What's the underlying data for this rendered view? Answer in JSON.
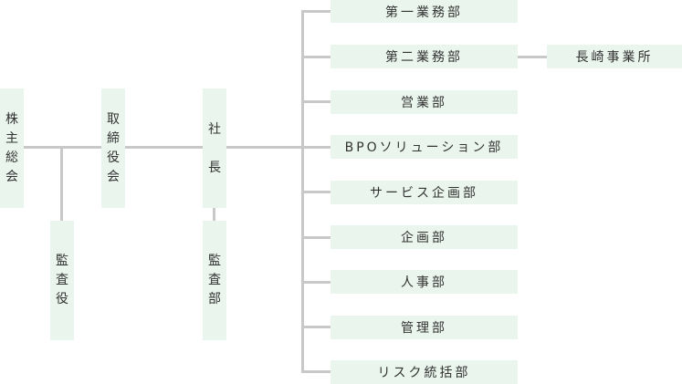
{
  "nodes": {
    "shareholders": "株主総会",
    "board": "取締役会",
    "president": "社長",
    "auditor": "監査役",
    "audit_dept": "監査部",
    "departments": [
      "第一業務部",
      "第二業務部",
      "営業部",
      "BPOソリューション部",
      "サービス企画部",
      "企画部",
      "人事部",
      "管理部",
      "リスク統括部"
    ],
    "branch": "長崎事業所"
  },
  "colors": {
    "box_fill": "#eaf5ee",
    "connector": "#c8c8c8",
    "text": "#333333"
  }
}
